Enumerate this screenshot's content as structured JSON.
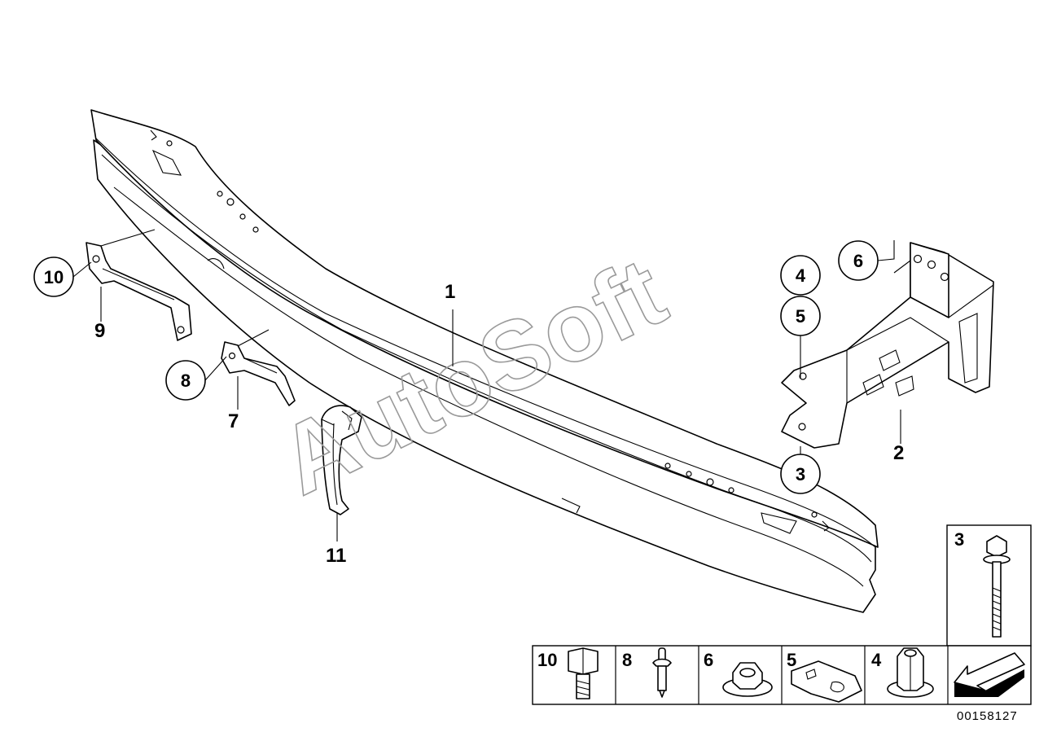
{
  "watermark": "AutoSoft",
  "reference": "00158127",
  "labels": {
    "l1": "1",
    "l2": "2",
    "l7": "7",
    "l9": "9",
    "l11": "11"
  },
  "callouts": {
    "c10": "10",
    "c8": "8",
    "c6": "6",
    "c4": "4",
    "c5": "5",
    "c3": "3"
  },
  "legend": {
    "bolt_long": "3",
    "cells": [
      "10",
      "8",
      "6",
      "5",
      "4"
    ]
  }
}
